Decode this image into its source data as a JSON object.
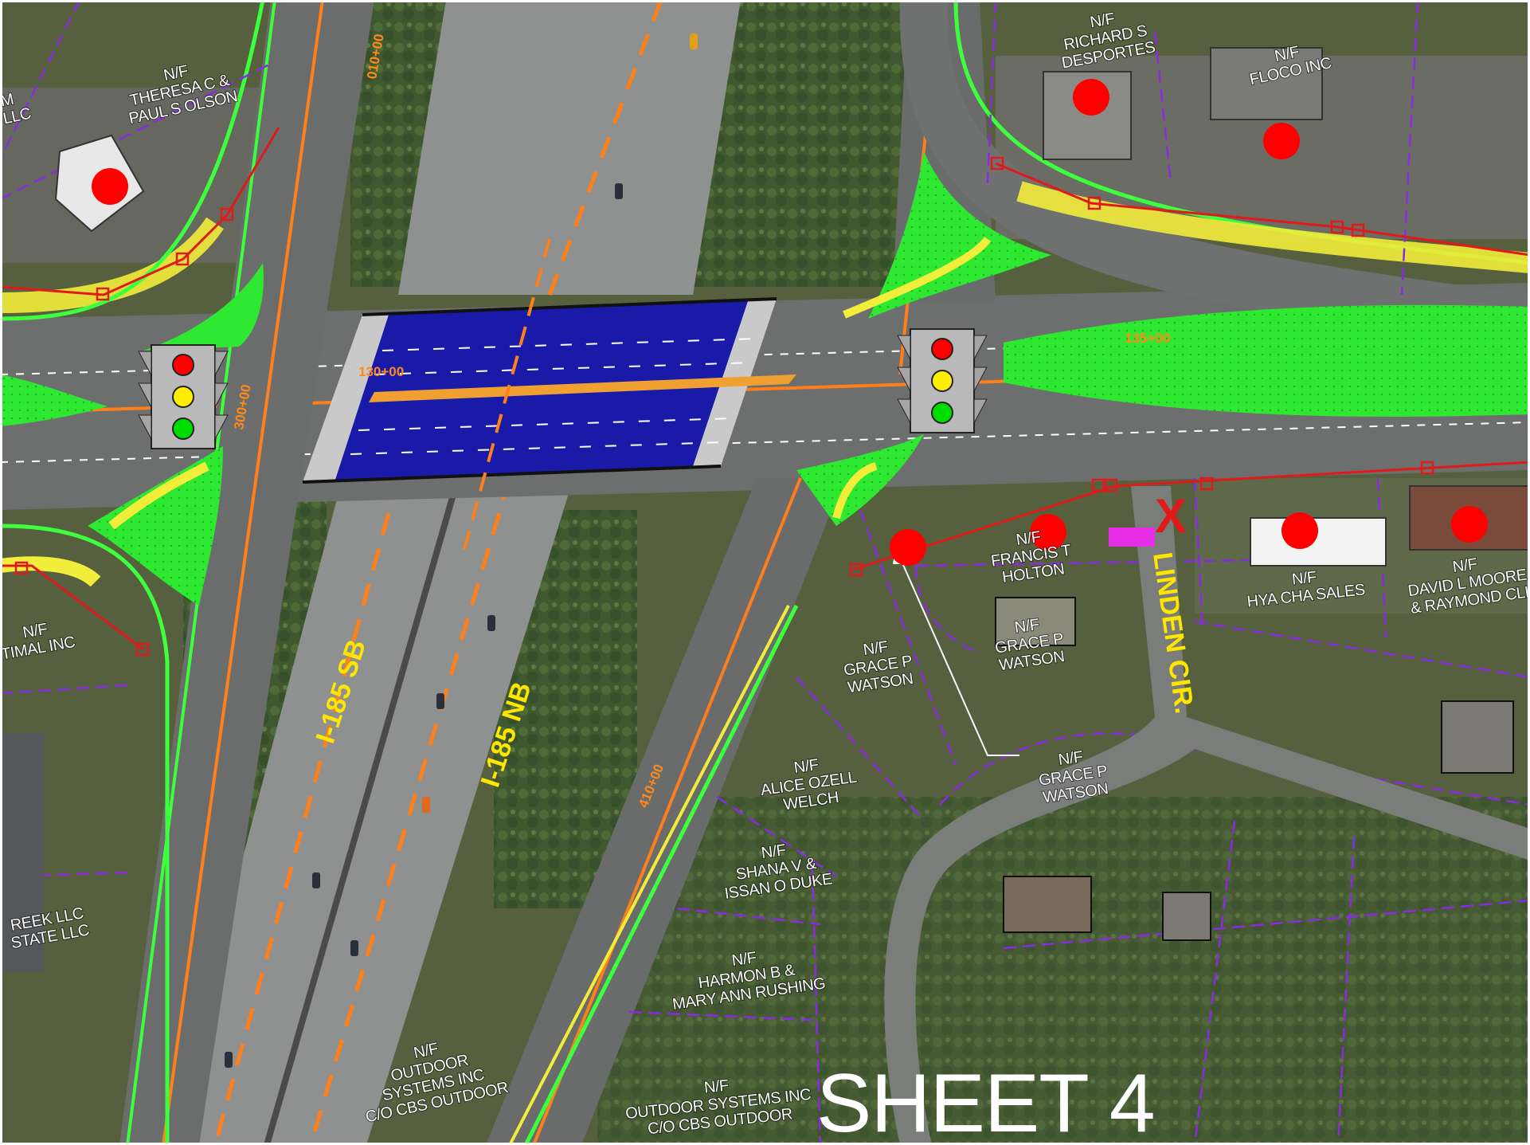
{
  "sheet": {
    "title": "SHEET 4"
  },
  "colors": {
    "ground": "#4f5a3e",
    "vegetation": "#3d5a2e",
    "pavement": "#6d6f6f",
    "interstate": "#8f9190",
    "bridge_deck": "#1a1aa8",
    "median_green": "#2ee832",
    "sidewalk_yellow": "#f2ec3a",
    "parcel_line": "#8a2be2",
    "right_of_way_red": "#e01a1a",
    "centerline_orange": "#ff7f1a",
    "edge_green": "#3dff3d",
    "acquisition_dot": "#ff0000",
    "closure_magenta": "#e62ee6"
  },
  "roads": {
    "interstate_sb": "I-185 SB",
    "interstate_nb": "I-185 NB",
    "local": "LINDEN CIR."
  },
  "stations": {
    "s1": "010+00",
    "s2": "130+00",
    "s3": "135+00",
    "s4": "300+00",
    "s5": "410+00"
  },
  "parcels": [
    {
      "id": "p1",
      "lines": [
        "N/F",
        "THERESA C &",
        "PAUL S OLSON"
      ]
    },
    {
      "id": "p2",
      "lines": [
        "N/F",
        "RICHARD S",
        "DESPORTES"
      ]
    },
    {
      "id": "p3",
      "lines": [
        "N/F",
        "FLOCO INC"
      ]
    },
    {
      "id": "p4",
      "lines": [
        "M",
        "T LLC"
      ]
    },
    {
      "id": "p5",
      "lines": [
        "N/F",
        "FRANCIS T",
        "HOLTON"
      ]
    },
    {
      "id": "p6",
      "lines": [
        "N/F",
        "HYA CHA SALES"
      ]
    },
    {
      "id": "p7",
      "lines": [
        "N/F",
        "DAVID L MOORE",
        "& RAYMOND CLI"
      ]
    },
    {
      "id": "p8",
      "lines": [
        "N/F",
        "GRACE P",
        "WATSON"
      ]
    },
    {
      "id": "p9",
      "lines": [
        "N/F",
        "GRACE P",
        "WATSON"
      ]
    },
    {
      "id": "p10",
      "lines": [
        "N/F",
        "GRACE P",
        "WATSON"
      ]
    },
    {
      "id": "p11",
      "lines": [
        "N/F",
        "ALICE OZELL",
        "WELCH"
      ]
    },
    {
      "id": "p12",
      "lines": [
        "N/F",
        "SHANA V &",
        "ISSAN O DUKE"
      ]
    },
    {
      "id": "p13",
      "lines": [
        "N/F",
        "HARMON B &",
        "MARY ANN RUSHING"
      ]
    },
    {
      "id": "p14",
      "lines": [
        "N/F",
        "OUTDOOR",
        "SYSTEMS INC",
        "C/O CBS OUTDOOR"
      ]
    },
    {
      "id": "p15",
      "lines": [
        "N/F",
        "OUTDOOR SYSTEMS INC",
        "C/O CBS OUTDOOR"
      ]
    },
    {
      "id": "p16",
      "lines": [
        "N/F",
        "TIMAL INC"
      ]
    },
    {
      "id": "p17",
      "lines": [
        "REEK LLC",
        "STATE LLC"
      ]
    }
  ],
  "signals": [
    {
      "id": "signal-west",
      "colors": [
        "#ff0000",
        "#ffee00",
        "#00dd00"
      ]
    },
    {
      "id": "signal-east",
      "colors": [
        "#ff0000",
        "#ffee00",
        "#00dd00"
      ]
    }
  ],
  "acquisitions": [
    "a1",
    "a2",
    "a3",
    "a4",
    "a5",
    "a6",
    "a7",
    "a8"
  ],
  "closure_marker": "X"
}
